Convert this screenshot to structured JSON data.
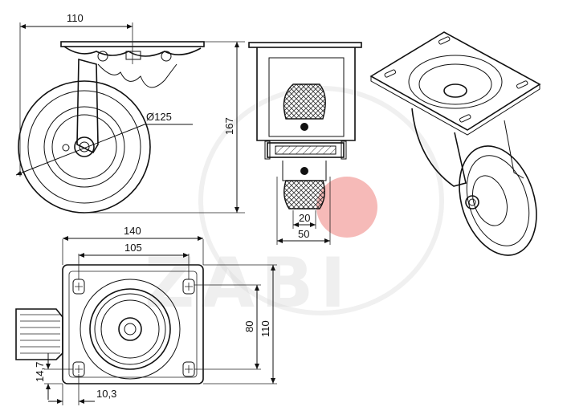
{
  "watermark": {
    "text": "ZABI",
    "accent_color": "#e53935"
  },
  "dimensions": {
    "side_view": {
      "top_width": "110",
      "wheel_diameter": "Ø125",
      "height": "167"
    },
    "front_view": {
      "wheel_width_inner": "20",
      "wheel_width_outer": "50"
    },
    "plate_view": {
      "plate_width": "140",
      "hole_spacing_x": "105",
      "hole_spacing_y": "80",
      "plate_height": "110",
      "slot_offset_y": "14,7",
      "slot_offset_x": "10,3"
    }
  }
}
